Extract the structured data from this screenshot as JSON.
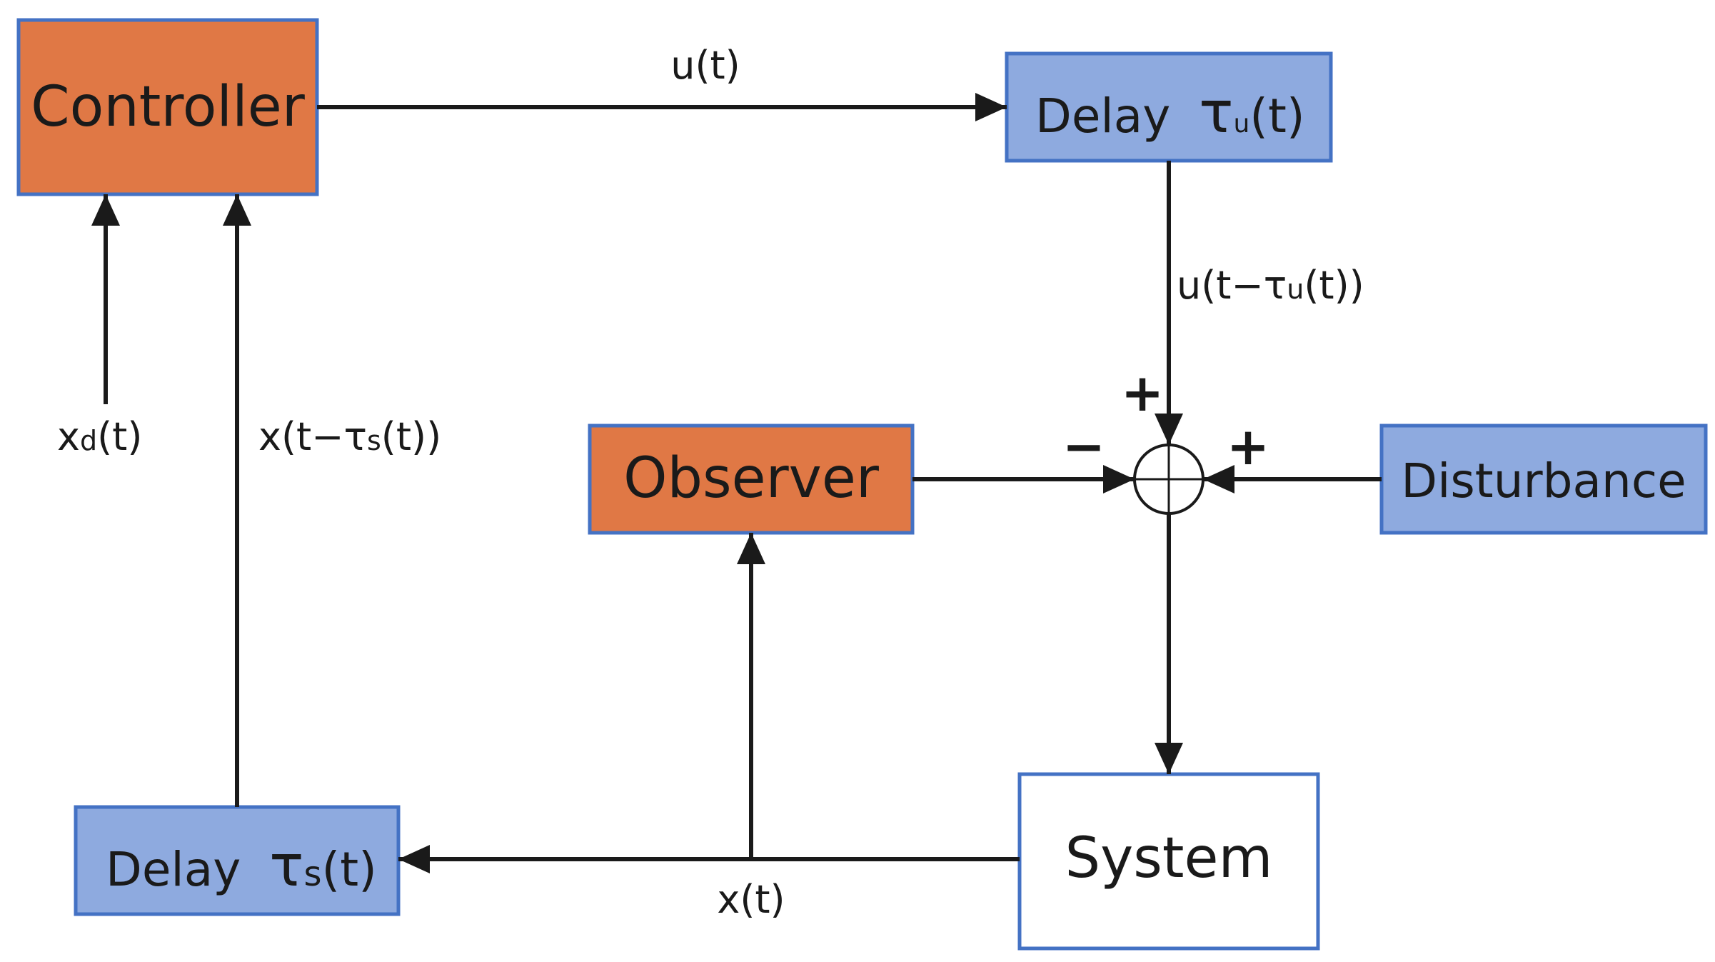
{
  "colors": {
    "orange_fill": "#E07845",
    "blue_fill": "#8EAADF",
    "border": "#4472C4",
    "white_fill": "#FFFFFF",
    "line": "#1a1a1a"
  },
  "blocks": {
    "controller": "Controller",
    "delay_u": {
      "word": "Delay",
      "tau": "τ",
      "sub": "u",
      "arg": "(t)"
    },
    "observer": "Observer",
    "disturbance": "Disturbance",
    "system": "System",
    "delay_s": {
      "word": "Delay",
      "tau": "τ",
      "sub": "s",
      "arg": "(t)"
    }
  },
  "signals": {
    "u_t": "u(t)",
    "u_delayed": {
      "pre": "u(t−τ",
      "sub": "u",
      "post": "(t))"
    },
    "xd_t": {
      "pre": "x",
      "sub": "d",
      "post": "(t)"
    },
    "x_delayed": {
      "pre": "x(t−τ",
      "sub": "s",
      "post": "(t))"
    },
    "x_t": "x(t)"
  },
  "summing_junction": {
    "signs": {
      "top": "+",
      "left": "−",
      "right": "+"
    }
  }
}
